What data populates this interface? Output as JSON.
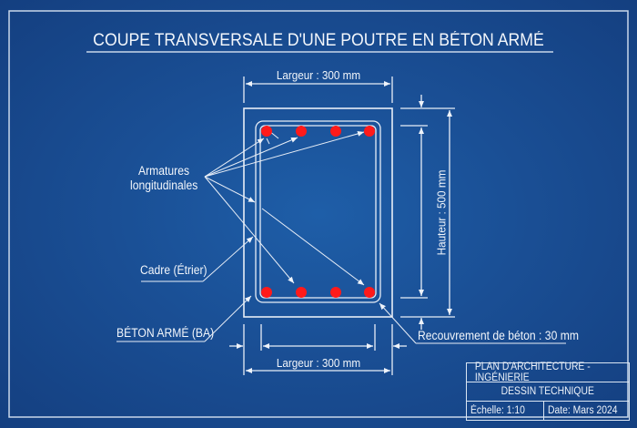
{
  "title": "COUPE TRANSVERSALE D'UNE POUTRE EN BÉTON ARMÉ",
  "dimensions": {
    "top_width": "Largeur : 300 mm",
    "bottom_width": "Largeur : 300 mm",
    "height": "Hauteur : 500 mm",
    "cover": "Recouvrement de béton : 30 mm"
  },
  "labels": {
    "longitudinal_bars_line1": "Armatures",
    "longitudinal_bars_line2": "longitudinales",
    "stirrup": "Cadre (Étrier)",
    "concrete": "BÉTON ARMÉ (BA)"
  },
  "rebar": {
    "color": "#ff1a1a",
    "top_count": 4,
    "bottom_count": 4
  },
  "title_block": {
    "row1": "PLAN D'ARCHITECTURE - INGÉNIERIE",
    "row2": "DESSIN TECHNIQUE",
    "scale": "Échelle: 1:10",
    "date": "Date: Mars 2024"
  },
  "colors": {
    "background": "#1a4f95",
    "line": "#e8eef7"
  }
}
